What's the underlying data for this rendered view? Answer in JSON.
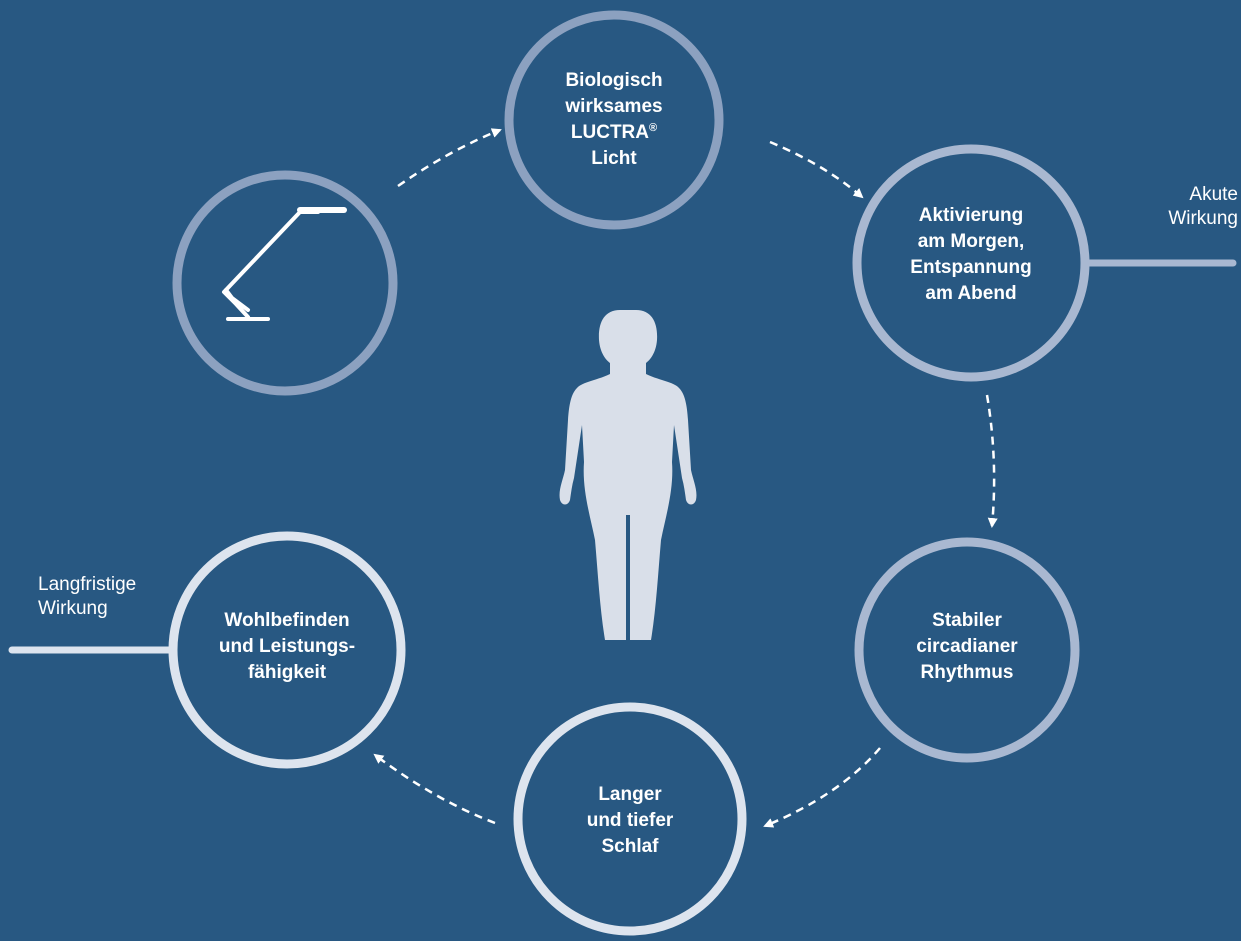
{
  "colors": {
    "background": "#285882",
    "ring_faded": "#8ca1c0",
    "ring_mid": "#a9b8d1",
    "ring_light": "#dde4ee",
    "arrow": "#ffffff",
    "silhouette": "#d9dfe9"
  },
  "icons": {
    "lamp": "desk-lamp-icon",
    "person": "human-silhouette-icon"
  },
  "nodes": {
    "biological_light": {
      "line1": "Biologisch",
      "line2": "wirksames",
      "line3_text": "LUCTRA",
      "line3_mark": "®",
      "line4": "Licht"
    },
    "activation": {
      "line1": "Aktivierung",
      "line2": "am Morgen,",
      "line3": "Entspannung",
      "line4": "am Abend"
    },
    "rhythm": {
      "line1": "Stabiler",
      "line2": "circadianer",
      "line3": "Rhythmus"
    },
    "sleep": {
      "line1": "Langer",
      "line2": "und tiefer",
      "line3": "Schlaf"
    },
    "wellbeing": {
      "line1": "Wohlbefinden",
      "line2": "und Leistungs-",
      "line3": "fähigkeit"
    }
  },
  "side_labels": {
    "acute": {
      "line1": "Akute",
      "line2": "Wirkung"
    },
    "longterm": {
      "line1": "Langfristige",
      "line2": "Wirkung"
    }
  }
}
